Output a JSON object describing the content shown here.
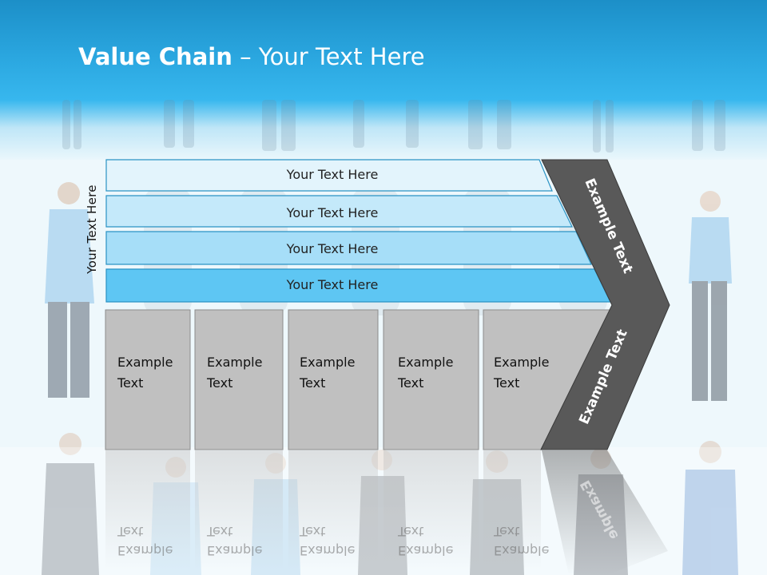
{
  "title": {
    "bold": "Value Chain",
    "rest": " – Your Text Here"
  },
  "side_label": "Your Text Here",
  "bars": [
    {
      "label": "Your Text Here",
      "fill": "#e3f4fc"
    },
    {
      "label": "Your Text Here",
      "fill": "#c4e9fa"
    },
    {
      "label": "Your Text Here",
      "fill": "#a6def8"
    },
    {
      "label": "Your Text Here",
      "fill": "#5ec6f3"
    }
  ],
  "cells": [
    {
      "line1": "Example",
      "line2": "Text"
    },
    {
      "line1": "Example",
      "line2": "Text"
    },
    {
      "line1": "Example",
      "line2": "Text"
    },
    {
      "line1": "Example",
      "line2": "Text"
    },
    {
      "line1": "Example",
      "line2": "Text"
    }
  ],
  "arrow": {
    "upper": "Example Text",
    "lower": "Example Text",
    "fill": "#595959"
  },
  "colors": {
    "header": "#2aa6df",
    "cell_fill": "#c0c0c0",
    "cell_stroke": "#8c8c8c",
    "bar_stroke": "#2b93c4"
  }
}
